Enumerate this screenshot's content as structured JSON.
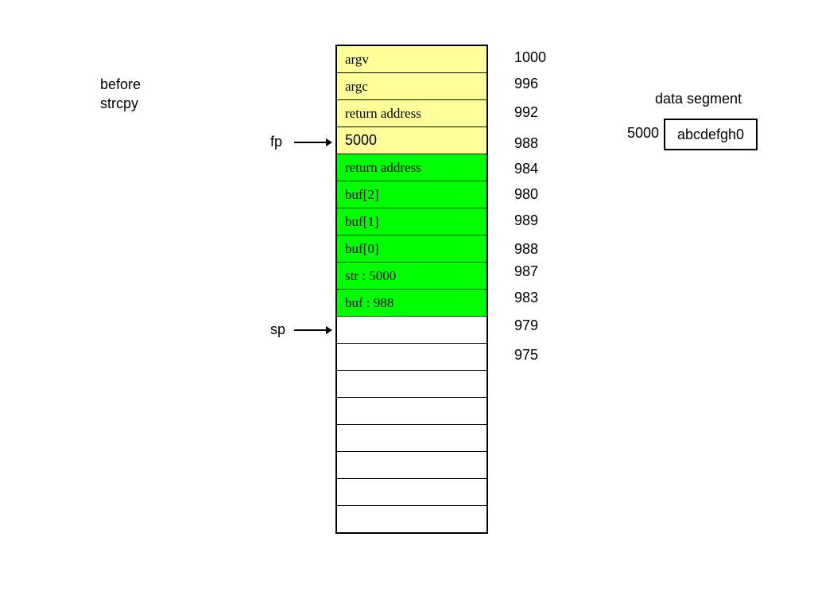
{
  "note": {
    "line1": "before",
    "line2": "strcpy"
  },
  "stack": {
    "cells": [
      {
        "label": "argv",
        "color": "yellow",
        "font": "serif"
      },
      {
        "label": "argc",
        "color": "yellow",
        "font": "serif"
      },
      {
        "label": "return address",
        "color": "yellow",
        "font": "serif"
      },
      {
        "label": "5000",
        "color": "yellow",
        "font": "sans"
      },
      {
        "label": "return address",
        "color": "green",
        "font": "serif"
      },
      {
        "label": "buf[2]",
        "color": "green",
        "font": "serif"
      },
      {
        "label": "buf[1]",
        "color": "green",
        "font": "serif"
      },
      {
        "label": "buf[0]",
        "color": "green",
        "font": "serif"
      },
      {
        "label": "str : 5000",
        "color": "green",
        "font": "serif"
      },
      {
        "label": "buf : 988",
        "color": "green",
        "font": "serif"
      },
      {
        "label": "",
        "color": "white",
        "font": "serif"
      },
      {
        "label": "",
        "color": "white",
        "font": "serif"
      },
      {
        "label": "",
        "color": "white",
        "font": "serif"
      },
      {
        "label": "",
        "color": "white",
        "font": "serif"
      },
      {
        "label": "",
        "color": "white",
        "font": "serif"
      },
      {
        "label": "",
        "color": "white",
        "font": "serif"
      },
      {
        "label": "",
        "color": "white",
        "font": "serif"
      },
      {
        "label": "",
        "color": "white",
        "font": "serif"
      }
    ]
  },
  "addresses": [
    "1000",
    "996",
    "992",
    "988",
    "984",
    "980",
    "989",
    "988",
    "987",
    "983",
    "979",
    "975"
  ],
  "pointers": {
    "fp": "fp",
    "sp": "sp"
  },
  "data_segment": {
    "title": "data segment",
    "address": "5000",
    "value": "abcdefgh0"
  },
  "colors": {
    "yellow": "#ffff99",
    "green": "#00ff00",
    "white": "#ffffff"
  }
}
